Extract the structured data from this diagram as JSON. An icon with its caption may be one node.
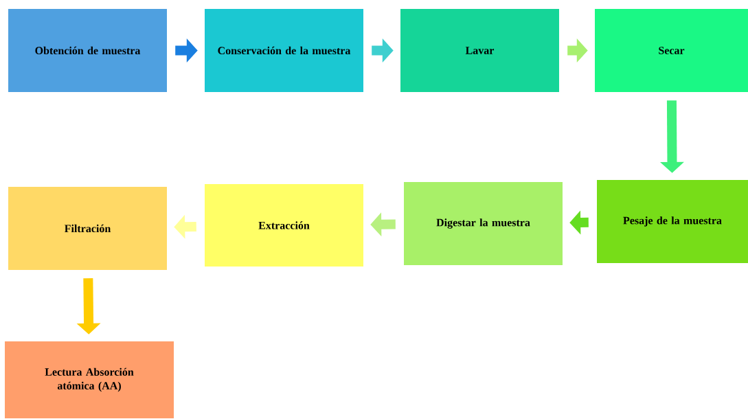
{
  "diagram": {
    "nodes": [
      {
        "text": [
          "Obtención de muestra"
        ]
      },
      {
        "text": [
          "Conservación de la muestra"
        ]
      },
      {
        "text": [
          "Lavar"
        ]
      },
      {
        "text": [
          "Secar"
        ]
      },
      {
        "text": [
          "Pesaje de la muestra"
        ]
      },
      {
        "text": [
          "Digestar la muestra"
        ]
      },
      {
        "text": [
          "Extracción"
        ]
      },
      {
        "text": [
          "Filtración"
        ]
      },
      {
        "text": [
          "Lectura Absorción atómica (AA)"
        ]
      }
    ],
    "edges": [
      {
        "from": 0,
        "to": 1,
        "arrow": "to",
        "color": "#1a7fe0"
      },
      {
        "from": 1,
        "to": 2,
        "arrow": "to",
        "color": "#3ecfcf"
      },
      {
        "from": 2,
        "to": 3,
        "arrow": "to",
        "color": "#a8f070"
      },
      {
        "from": 3,
        "to": 4,
        "arrow": "to",
        "color": "#3ef07c"
      },
      {
        "from": 4,
        "to": 5,
        "arrow": "to",
        "color": "#66dd22"
      },
      {
        "from": 5,
        "to": 6,
        "arrow": "to",
        "color": "#b8f080"
      },
      {
        "from": 6,
        "to": 7,
        "arrow": "to",
        "color": "#ffff99"
      },
      {
        "from": 7,
        "to": 8,
        "arrow": "to",
        "color": "#ffcc00"
      }
    ]
  }
}
